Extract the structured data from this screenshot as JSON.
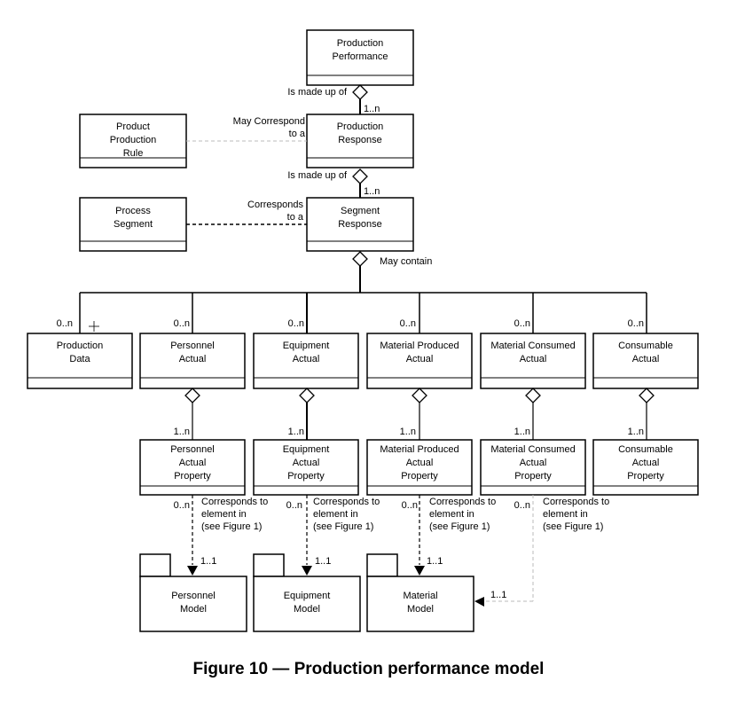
{
  "boxes": {
    "production_performance": [
      "Production",
      "Performance"
    ],
    "production_response": [
      "Production",
      "Response"
    ],
    "product_production_rule": [
      "Product",
      "Production",
      "Rule"
    ],
    "process_segment": [
      "Process",
      "Segment"
    ],
    "segment_response": [
      "Segment",
      "Response"
    ],
    "production_data": [
      "Production",
      "Data"
    ],
    "personnel_actual": [
      "Personnel",
      "Actual"
    ],
    "equipment_actual": [
      "Equipment",
      "Actual"
    ],
    "material_produced_actual": [
      "Material Produced",
      "Actual"
    ],
    "material_consumed_actual": [
      "Material Consumed",
      "Actual"
    ],
    "consumable_actual": [
      "Consumable",
      "Actual"
    ],
    "personnel_actual_property": [
      "Personnel",
      "Actual",
      "Property"
    ],
    "equipment_actual_property": [
      "Equipment",
      "Actual",
      "Property"
    ],
    "material_produced_actual_property": [
      "Material Produced",
      "Actual",
      "Property"
    ],
    "material_consumed_actual_property": [
      "Material Consumed",
      "Actual",
      "Property"
    ],
    "consumable_actual_property": [
      "Consumable",
      "Actual",
      "Property"
    ],
    "personnel_model": [
      "Personnel",
      "Model"
    ],
    "equipment_model": [
      "Equipment",
      "Model"
    ],
    "material_model": [
      "Material",
      "Model"
    ]
  },
  "labels": {
    "is_made_up_of_1": "Is made up of",
    "mult_1n_a": "1..n",
    "may_correspond": [
      "May  Correspond",
      "to a"
    ],
    "is_made_up_of_2": "Is made up of",
    "mult_1n_b": "1..n",
    "corresponds_to_a": [
      "Corresponds",
      "to a"
    ],
    "may_contain": "May contain",
    "mult_0n_row": [
      "0..n",
      "0..n",
      "0..n",
      "0..n",
      "0..n",
      "0..n"
    ],
    "mult_1n_row": [
      "1..n",
      "1..n",
      "1..n",
      "1..n",
      "1..n"
    ],
    "corresponds_element": [
      "Corresponds to",
      "element in",
      "(see Figure 1)"
    ],
    "mult_0n_low": [
      "0..n",
      "0..n",
      "0..n",
      "0..n"
    ],
    "mult_11": [
      "1..1",
      "1..1",
      "1..1",
      "1..1"
    ]
  },
  "caption": "Figure  10 — Production performance model"
}
